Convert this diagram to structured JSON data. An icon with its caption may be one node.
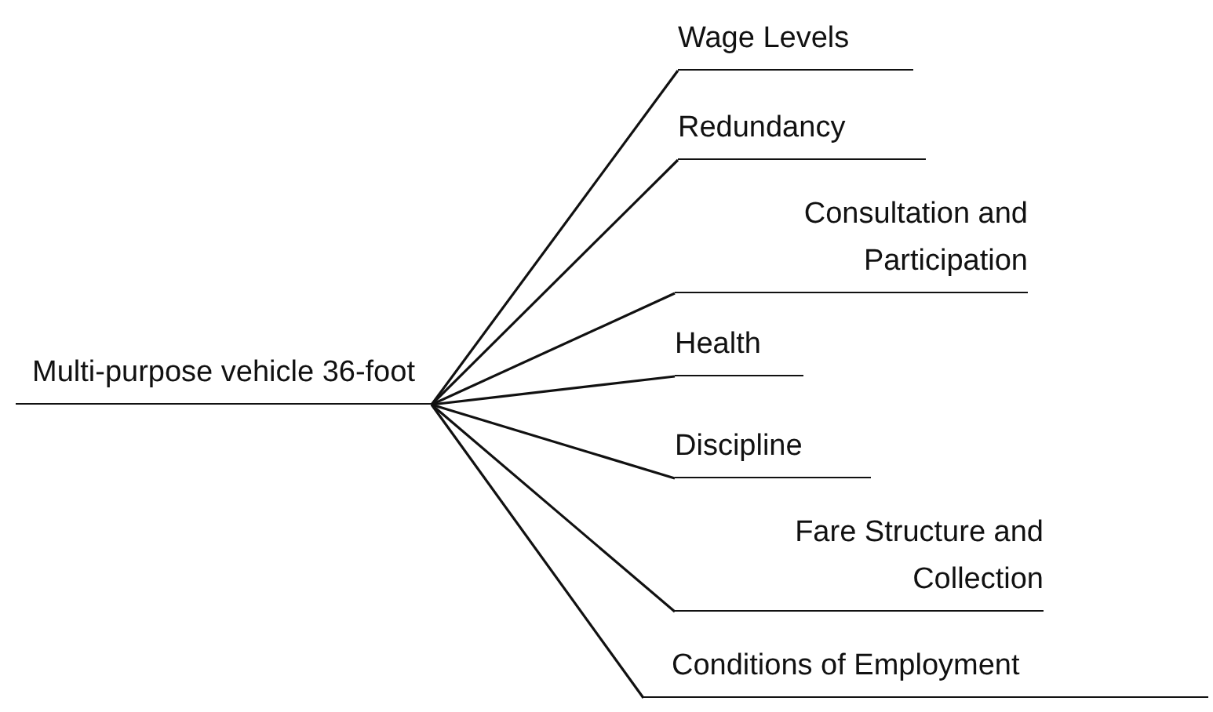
{
  "diagram": {
    "nodes": [
      {
        "text": [
          "Multi-purpose vehicle 36-foot"
        ]
      },
      {
        "text": [
          "Wage Levels"
        ]
      },
      {
        "text": [
          "Redundancy"
        ]
      },
      {
        "text": [
          "Consultation and Participation"
        ]
      },
      {
        "text": [
          "Health"
        ]
      },
      {
        "text": [
          "Discipline"
        ]
      },
      {
        "text": [
          "Fare Structure and Collection"
        ]
      },
      {
        "text": [
          "Conditions of Employment"
        ]
      }
    ],
    "edges": [
      {
        "from": 0,
        "to": 1,
        "arrow": "none"
      },
      {
        "from": 0,
        "to": 2,
        "arrow": "none"
      },
      {
        "from": 0,
        "to": 3,
        "arrow": "none"
      },
      {
        "from": 0,
        "to": 4,
        "arrow": "none"
      },
      {
        "from": 0,
        "to": 5,
        "arrow": "none"
      },
      {
        "from": 0,
        "to": 6,
        "arrow": "none"
      },
      {
        "from": 0,
        "to": 7,
        "arrow": "none"
      }
    ]
  }
}
